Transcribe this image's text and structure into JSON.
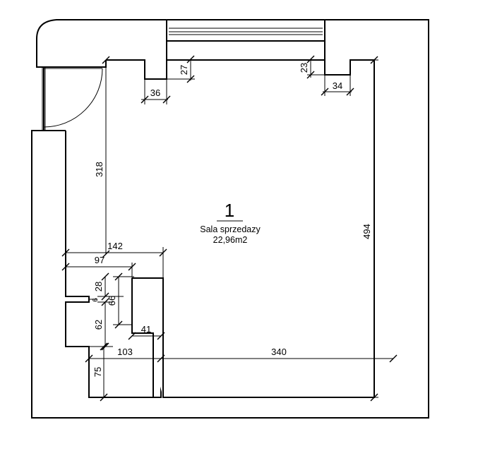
{
  "room": {
    "number": "1",
    "name": "Sala sprzedazy",
    "area": "22,96m2"
  },
  "dimensions": {
    "d318": "318",
    "d494": "494",
    "d142": "142",
    "d97": "97",
    "d36": "36",
    "d27": "27",
    "d23": "23",
    "d34": "34",
    "d28": "28",
    "d6": "6",
    "d66": "66",
    "d62": "62",
    "d41": "41",
    "d103": "103",
    "d340": "340",
    "d75": "75"
  }
}
